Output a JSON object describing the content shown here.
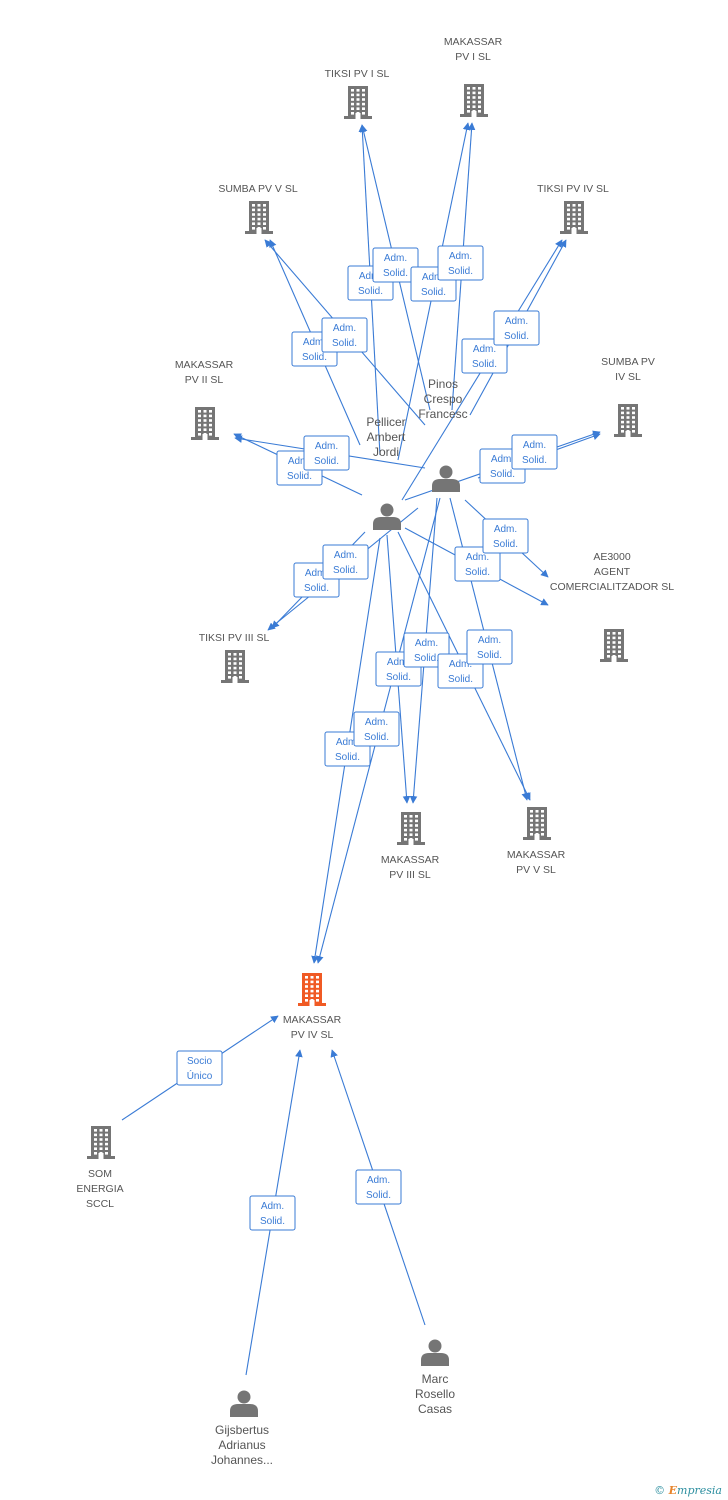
{
  "colors": {
    "node": "#757575",
    "focus": "#f05a24",
    "edge": "#3a7bd5"
  },
  "nodes": [
    {
      "id": "tiksi1",
      "kind": "company",
      "label": [
        "TIKSI PV I SL"
      ]
    },
    {
      "id": "mak1",
      "kind": "company",
      "label": [
        "MAKASSAR",
        "PV I SL"
      ]
    },
    {
      "id": "sumba5",
      "kind": "company",
      "label": [
        "SUMBA PV V SL"
      ]
    },
    {
      "id": "tiksi4",
      "kind": "company",
      "label": [
        "TIKSI PV IV SL"
      ]
    },
    {
      "id": "mak2",
      "kind": "company",
      "label": [
        "MAKASSAR",
        "PV II SL"
      ]
    },
    {
      "id": "sumba4",
      "kind": "company",
      "label": [
        "SUMBA PV",
        "IV SL"
      ]
    },
    {
      "id": "pinos",
      "kind": "person",
      "label": [
        "Pinos",
        "Crespo",
        "Francesc"
      ]
    },
    {
      "id": "pellicer",
      "kind": "person",
      "label": [
        "Pellicer",
        "Ambert",
        "Jordi"
      ]
    },
    {
      "id": "ae3000",
      "kind": "company",
      "label": [
        "AE3000",
        "AGENT",
        "COMERCIALITZADOR SL"
      ]
    },
    {
      "id": "tiksi3",
      "kind": "company",
      "label": [
        "TIKSI PV III SL"
      ]
    },
    {
      "id": "mak3",
      "kind": "company",
      "label": [
        "MAKASSAR",
        "PV III SL"
      ]
    },
    {
      "id": "mak5",
      "kind": "company",
      "label": [
        "MAKASSAR",
        "PV V SL"
      ]
    },
    {
      "id": "mak4",
      "kind": "company",
      "focus": true,
      "label": [
        "MAKASSAR",
        "PV IV SL"
      ]
    },
    {
      "id": "som",
      "kind": "company",
      "label": [
        "SOM",
        "ENERGIA",
        "SCCL"
      ]
    },
    {
      "id": "marc",
      "kind": "person",
      "label": [
        "Marc",
        "Rosello",
        "Casas"
      ]
    },
    {
      "id": "gijs",
      "kind": "person",
      "label": [
        "Gijsbertus",
        "Adrianus",
        "Johannes..."
      ]
    }
  ],
  "edges": [
    {
      "from": "pellicer",
      "to": "tiksi1",
      "label": [
        "Adm.",
        "Solid."
      ]
    },
    {
      "from": "pinos",
      "to": "tiksi1",
      "label": [
        "Adm.",
        "Solid."
      ]
    },
    {
      "from": "pellicer",
      "to": "mak1",
      "label": [
        "Adm.",
        "Solid."
      ]
    },
    {
      "from": "pinos",
      "to": "mak1",
      "label": [
        "Adm.",
        "Solid."
      ]
    },
    {
      "from": "pellicer",
      "to": "sumba5",
      "label": [
        "Adm.",
        "Solid."
      ]
    },
    {
      "from": "pinos",
      "to": "sumba5",
      "label": [
        "Adm.",
        "Solid."
      ]
    },
    {
      "from": "pellicer",
      "to": "tiksi4",
      "label": [
        "Adm.",
        "Solid."
      ]
    },
    {
      "from": "pinos",
      "to": "tiksi4",
      "label": [
        "Adm.",
        "Solid."
      ]
    },
    {
      "from": "pellicer",
      "to": "mak2",
      "label": [
        "Adm.",
        "Solid."
      ]
    },
    {
      "from": "pinos",
      "to": "mak2",
      "label": [
        "Adm.",
        "Solid."
      ]
    },
    {
      "from": "pellicer",
      "to": "sumba4",
      "label": [
        "Adm.",
        "Solid."
      ]
    },
    {
      "from": "pinos",
      "to": "sumba4",
      "label": [
        "Adm.",
        "Solid."
      ]
    },
    {
      "from": "pellicer",
      "to": "ae3000",
      "label": [
        "Adm.",
        "Solid."
      ]
    },
    {
      "from": "pinos",
      "to": "ae3000",
      "label": [
        "Adm.",
        "Solid."
      ]
    },
    {
      "from": "pellicer",
      "to": "tiksi3",
      "label": [
        "Adm.",
        "Solid."
      ]
    },
    {
      "from": "pinos",
      "to": "tiksi3",
      "label": [
        "Adm.",
        "Solid."
      ]
    },
    {
      "from": "pellicer",
      "to": "mak3",
      "label": [
        "Adm.",
        "Solid."
      ]
    },
    {
      "from": "pinos",
      "to": "mak3",
      "label": [
        "Adm.",
        "Solid."
      ]
    },
    {
      "from": "pellicer",
      "to": "mak5",
      "label": [
        "Adm.",
        "Solid."
      ]
    },
    {
      "from": "pinos",
      "to": "mak5",
      "label": [
        "Adm.",
        "Solid."
      ]
    },
    {
      "from": "pellicer",
      "to": "mak4",
      "label": [
        "Adm.",
        "Solid."
      ]
    },
    {
      "from": "pinos",
      "to": "mak4",
      "label": [
        "Adm.",
        "Solid."
      ]
    },
    {
      "from": "som",
      "to": "mak4",
      "label": [
        "Socio",
        "Único"
      ]
    },
    {
      "from": "gijs",
      "to": "mak4",
      "label": [
        "Adm.",
        "Solid."
      ]
    },
    {
      "from": "marc",
      "to": "mak4",
      "label": [
        "Adm.",
        "Solid."
      ]
    }
  ],
  "brand": {
    "copyright": "©",
    "first": "E",
    "rest": "mpresia"
  }
}
